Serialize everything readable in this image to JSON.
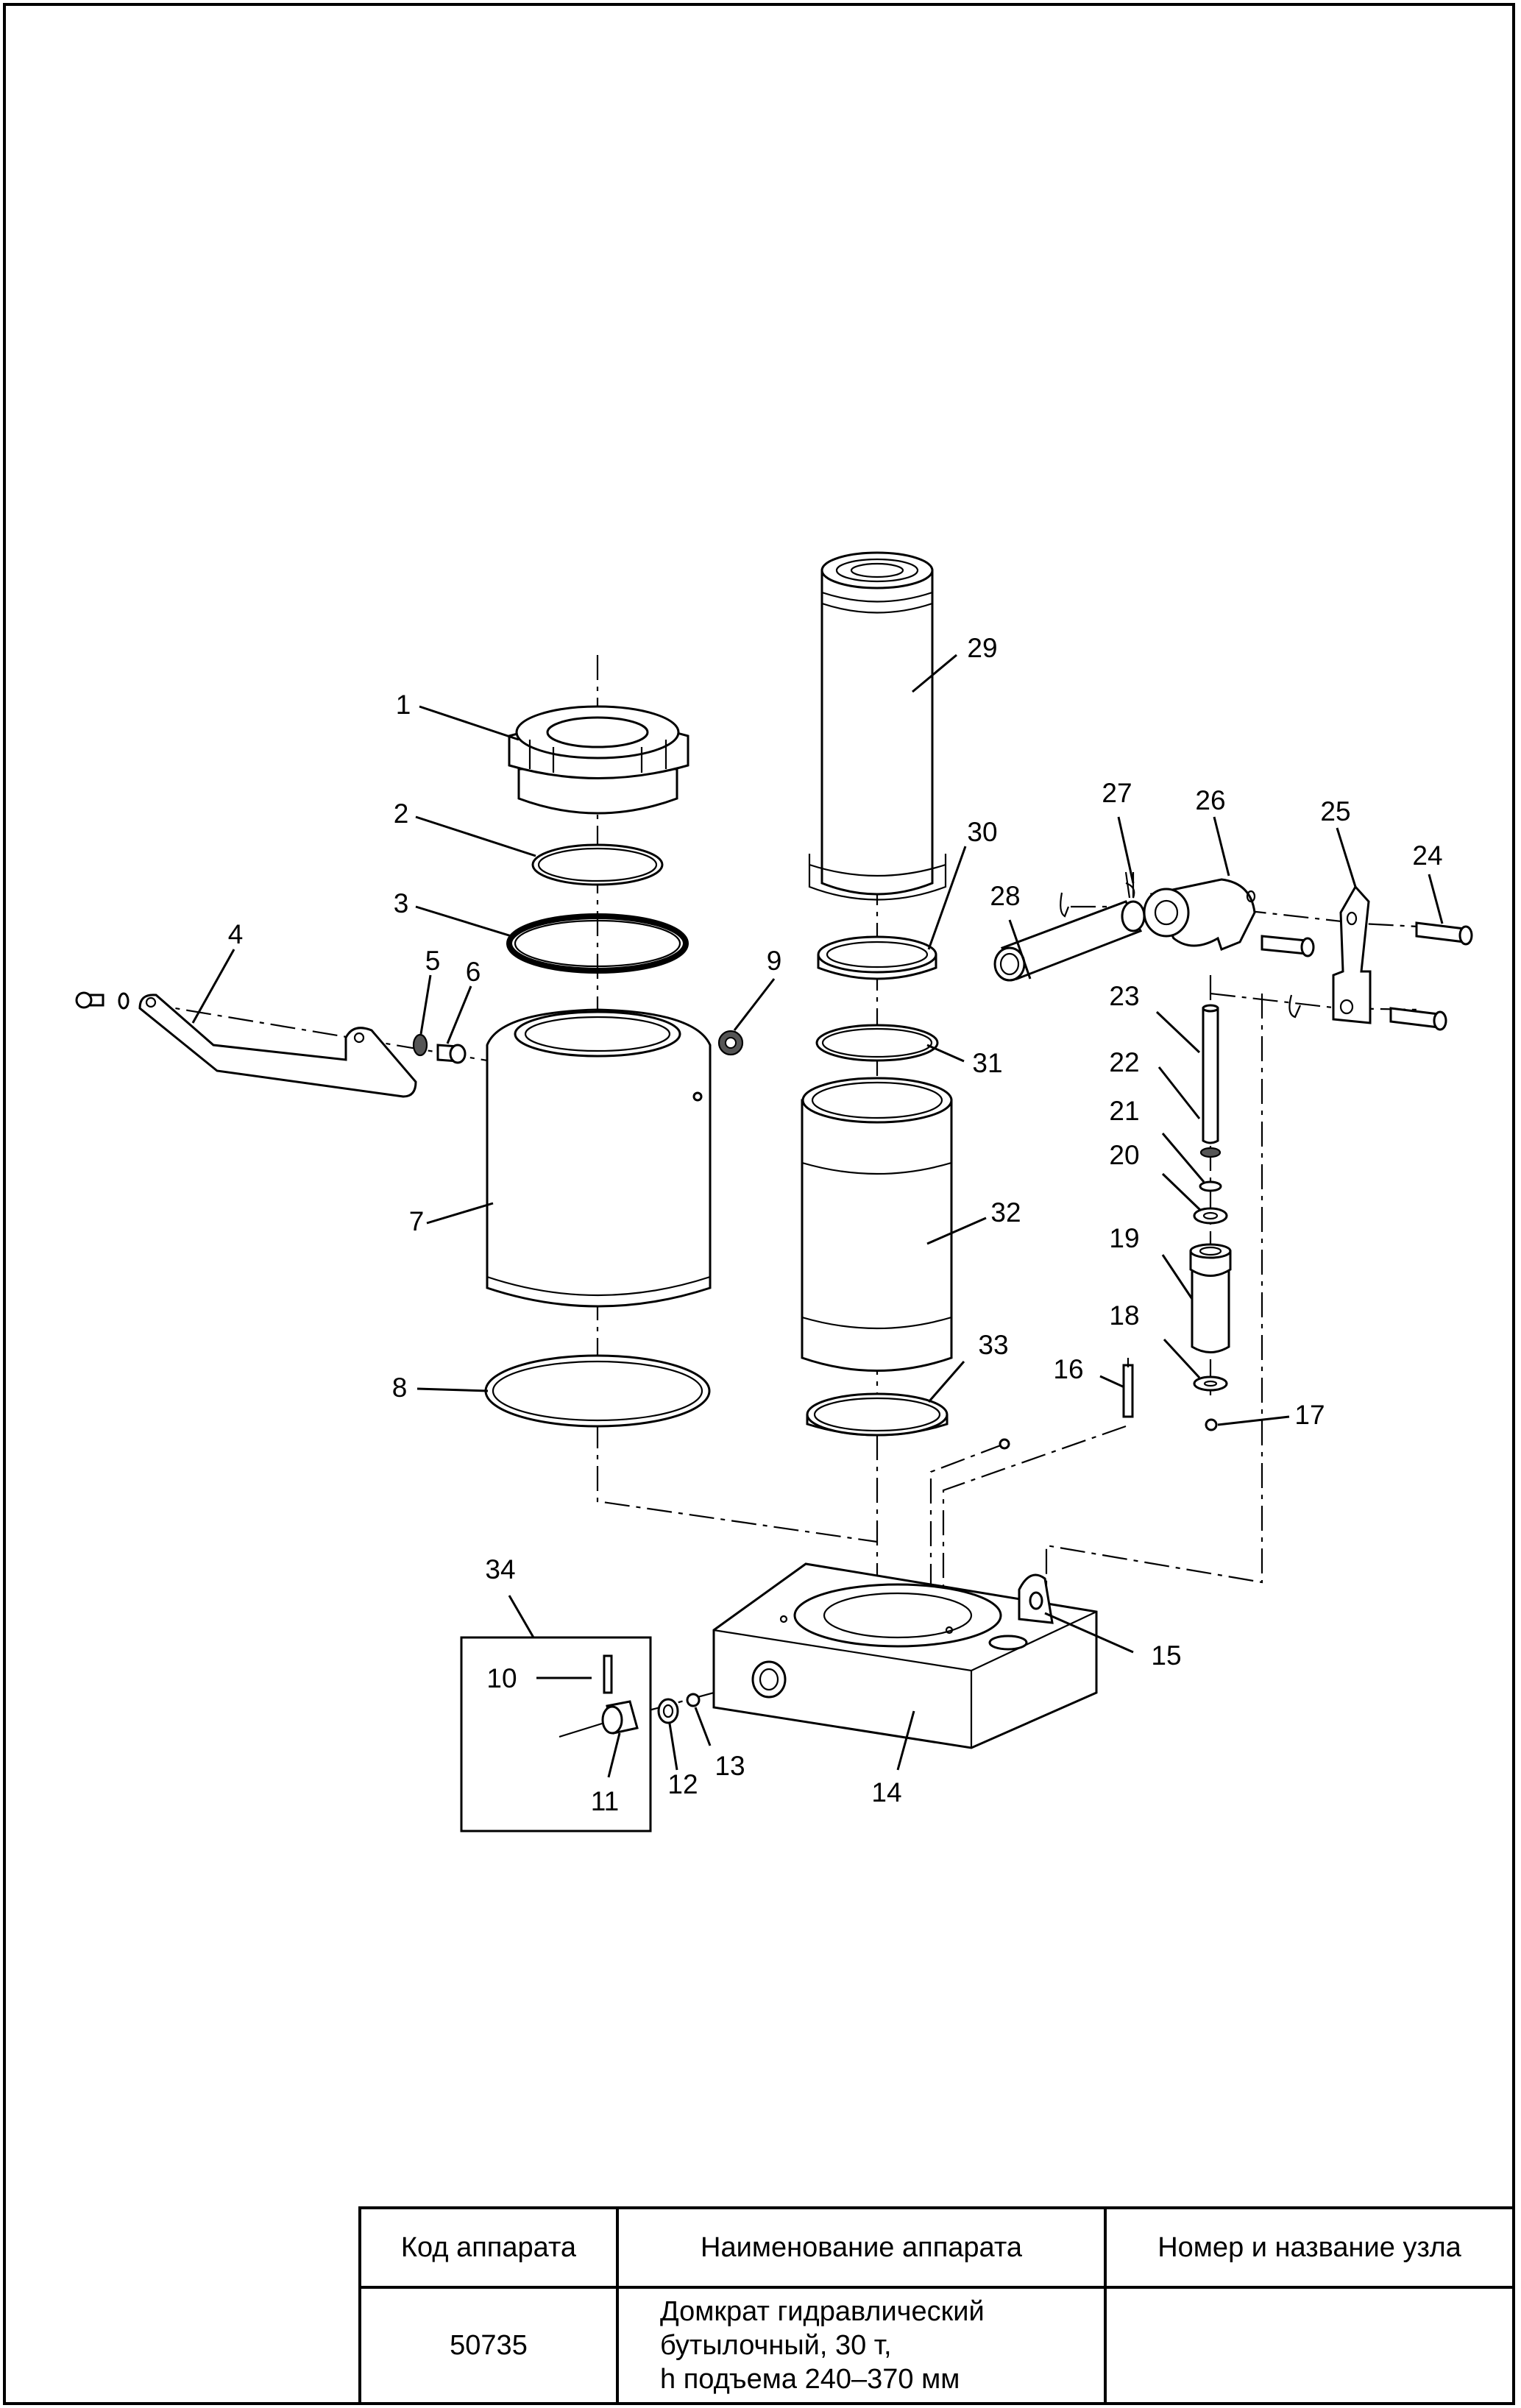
{
  "callouts": [
    {
      "id": "callout-1",
      "text": "1"
    },
    {
      "id": "callout-2",
      "text": "2"
    },
    {
      "id": "callout-3",
      "text": "3"
    },
    {
      "id": "callout-4",
      "text": "4"
    },
    {
      "id": "callout-5",
      "text": "5"
    },
    {
      "id": "callout-6",
      "text": "6"
    },
    {
      "id": "callout-7",
      "text": "7"
    },
    {
      "id": "callout-8",
      "text": "8"
    },
    {
      "id": "callout-9",
      "text": "9"
    },
    {
      "id": "callout-10",
      "text": "10"
    },
    {
      "id": "callout-11",
      "text": "11"
    },
    {
      "id": "callout-12",
      "text": "12"
    },
    {
      "id": "callout-13",
      "text": "13"
    },
    {
      "id": "callout-14",
      "text": "14"
    },
    {
      "id": "callout-15",
      "text": "15"
    },
    {
      "id": "callout-16",
      "text": "16"
    },
    {
      "id": "callout-17",
      "text": "17"
    },
    {
      "id": "callout-18",
      "text": "18"
    },
    {
      "id": "callout-19",
      "text": "19"
    },
    {
      "id": "callout-20",
      "text": "20"
    },
    {
      "id": "callout-21",
      "text": "21"
    },
    {
      "id": "callout-22",
      "text": "22"
    },
    {
      "id": "callout-23",
      "text": "23"
    },
    {
      "id": "callout-24",
      "text": "24"
    },
    {
      "id": "callout-25",
      "text": "25"
    },
    {
      "id": "callout-26",
      "text": "26"
    },
    {
      "id": "callout-27",
      "text": "27"
    },
    {
      "id": "callout-28",
      "text": "28"
    },
    {
      "id": "callout-29",
      "text": "29"
    },
    {
      "id": "callout-30",
      "text": "30"
    },
    {
      "id": "callout-31",
      "text": "31"
    },
    {
      "id": "callout-32",
      "text": "32"
    },
    {
      "id": "callout-33",
      "text": "33"
    },
    {
      "id": "callout-34",
      "text": "34"
    }
  ],
  "title_block": {
    "col_code": "Код аппарата",
    "col_name": "Наименование аппарата",
    "col_node": "Номер и название узла",
    "code": "50735",
    "name_line1": "Домкрат гидравлический",
    "name_line2": "бутылочный, 30 т,",
    "name_line3": "h подъема 240–370 мм",
    "node": ""
  }
}
